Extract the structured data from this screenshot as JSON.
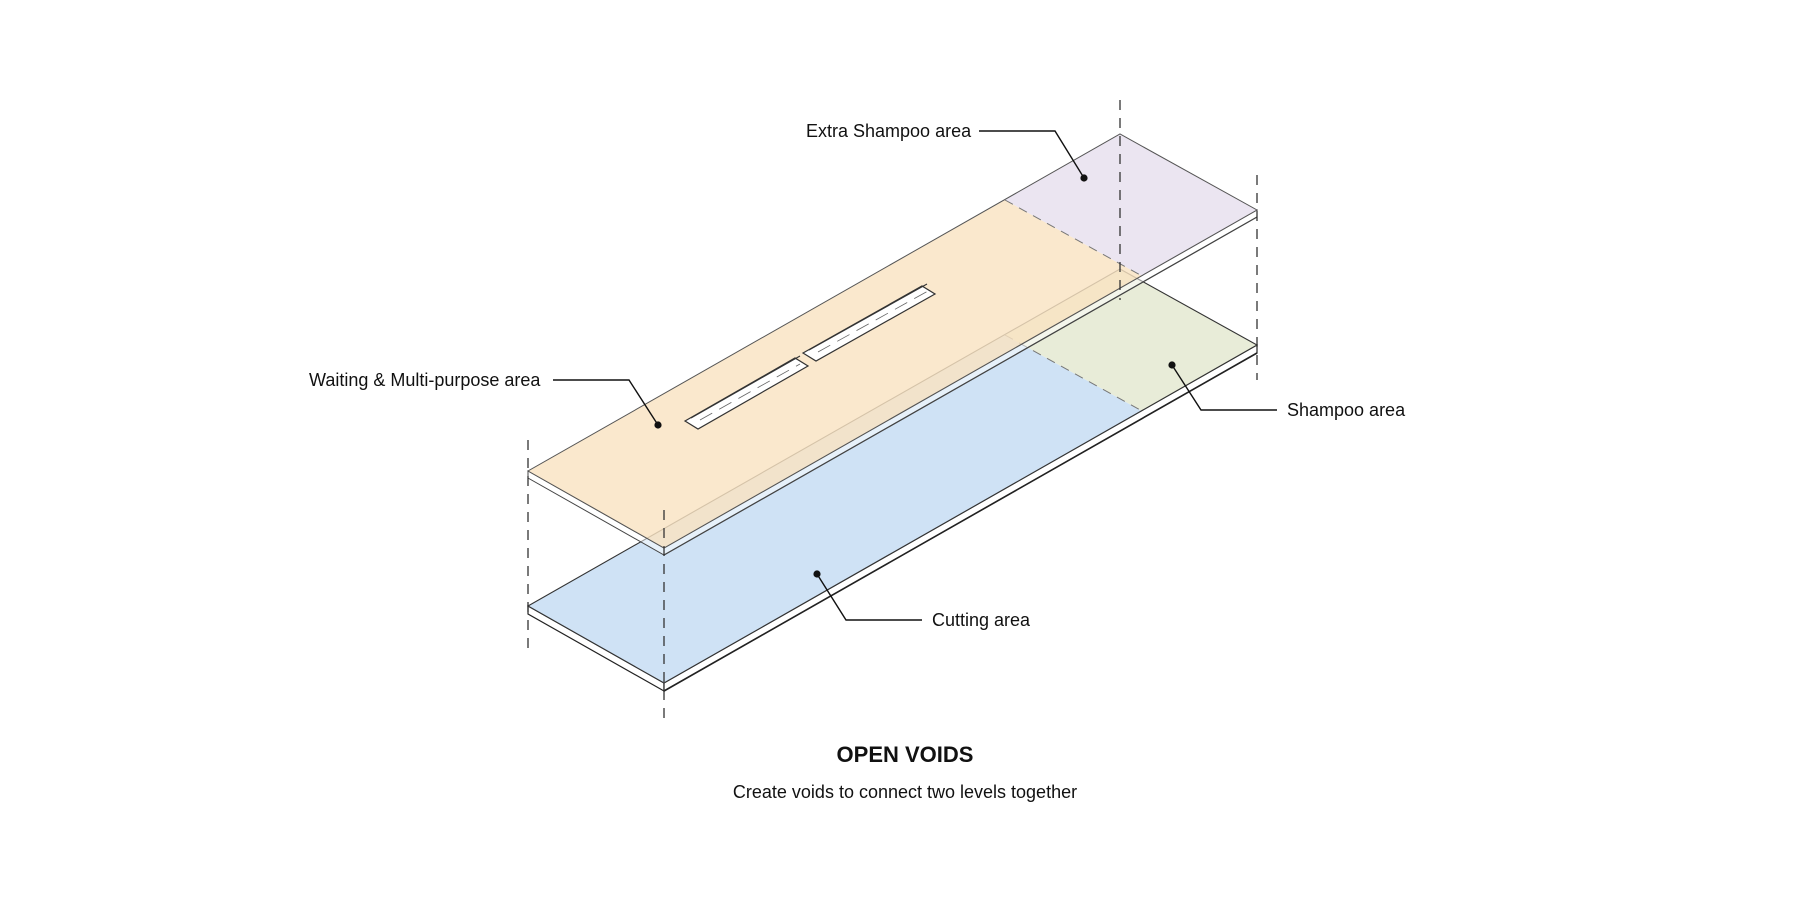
{
  "labels": {
    "extra_shampoo": "Extra Shampoo area",
    "waiting": "Waiting & Multi-purpose area",
    "shampoo": "Shampoo area",
    "cutting": "Cutting area"
  },
  "caption": {
    "title": "OPEN VOIDS",
    "subtitle": "Create voids to connect two levels together"
  },
  "colors": {
    "cutting": "#cfe2f5",
    "shampoo": "#e8ecd8",
    "waiting": "#f9e3c2",
    "extra_shampoo": "#e8e0ef",
    "void": "#ffffff"
  }
}
